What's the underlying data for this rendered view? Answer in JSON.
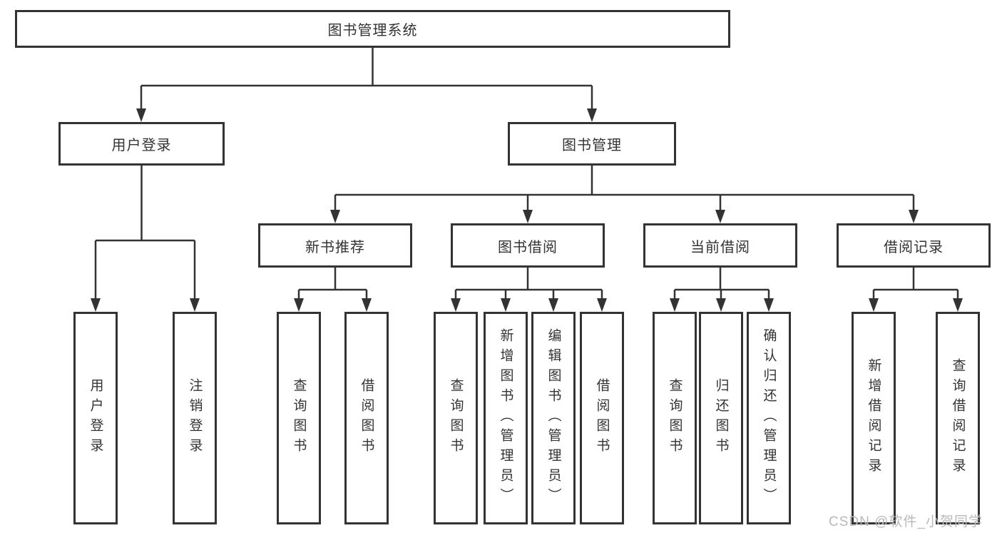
{
  "diagram_title": "图书管理系统",
  "colors": {
    "line": "#333333",
    "text": "#333333",
    "box_fill": "#ffffff",
    "background": "#ffffff",
    "watermark": "#b9b9b9"
  },
  "tree": {
    "label": "图书管理系统",
    "children": [
      {
        "label": "用户登录",
        "children": [
          {
            "label": "用户登录"
          },
          {
            "label": "注销登录"
          }
        ]
      },
      {
        "label": "图书管理",
        "children": [
          {
            "label": "新书推荐",
            "children": [
              {
                "label": "查询图书"
              },
              {
                "label": "借阅图书"
              }
            ]
          },
          {
            "label": "图书借阅",
            "children": [
              {
                "label": "查询图书"
              },
              {
                "label": "新增图书（管理员）"
              },
              {
                "label": "编辑图书（管理员）"
              },
              {
                "label": "借阅图书"
              }
            ]
          },
          {
            "label": "当前借阅",
            "children": [
              {
                "label": "查询图书"
              },
              {
                "label": "归还图书"
              },
              {
                "label": "确认归还（管理员）"
              }
            ]
          },
          {
            "label": "借阅记录",
            "children": [
              {
                "label": "新增借阅记录"
              },
              {
                "label": "查询借阅记录"
              }
            ]
          }
        ]
      }
    ]
  },
  "watermark": {
    "text": "CSDN @软件_小贺同学"
  }
}
